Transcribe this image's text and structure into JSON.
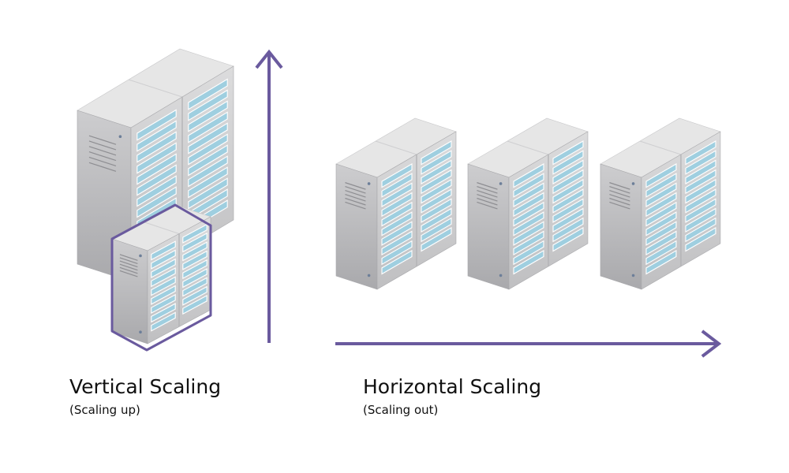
{
  "colors": {
    "accent": "#6a5a9e",
    "rack_top": "#e6e6e6",
    "rack_front": "#d2d2d3",
    "rack_side": "#c0c0c2",
    "panel": "#d8d8d9",
    "slot_glass": "#9fcfe0",
    "text": "#111111"
  },
  "icons": {
    "large_server": "server-rack-icon",
    "small_server": "server-rack-icon",
    "up_arrow": "arrow-up-icon",
    "right_arrow": "arrow-right-icon"
  },
  "vertical": {
    "title": "Vertical Scaling",
    "subtitle": "(Scaling up)"
  },
  "horizontal": {
    "title": "Horizontal Scaling",
    "subtitle": "(Scaling out)"
  }
}
